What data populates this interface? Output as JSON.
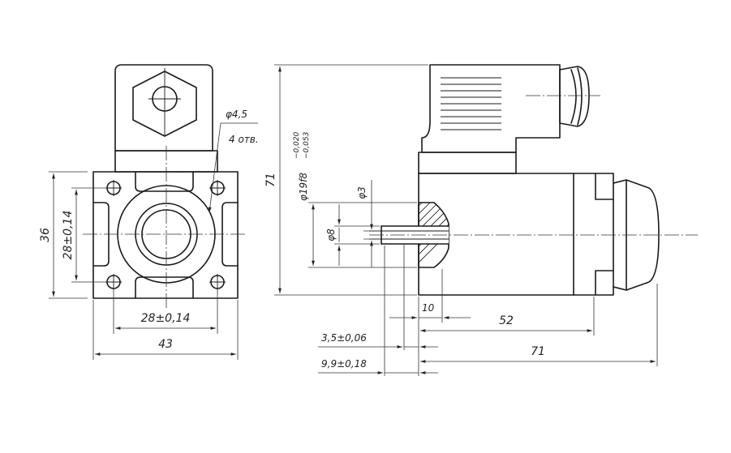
{
  "labels": {
    "height_36": "36",
    "height_28": "28±0,14",
    "width_28": "28±0,14",
    "width_43": "43",
    "hole_dia": "φ4,5",
    "hole_count": "4 отв.",
    "height_71": "71",
    "shaft_dia": "φ19f8",
    "shaft_tol_upper": "−0,020",
    "shaft_tol_lower": "−0,053",
    "pin_dia_3": "φ3",
    "pin_dia_8": "φ8",
    "len_10": "10",
    "len_52": "52",
    "len_35": "3,5±0,06",
    "len_71": "71",
    "len_99": "9,9±0,18"
  }
}
